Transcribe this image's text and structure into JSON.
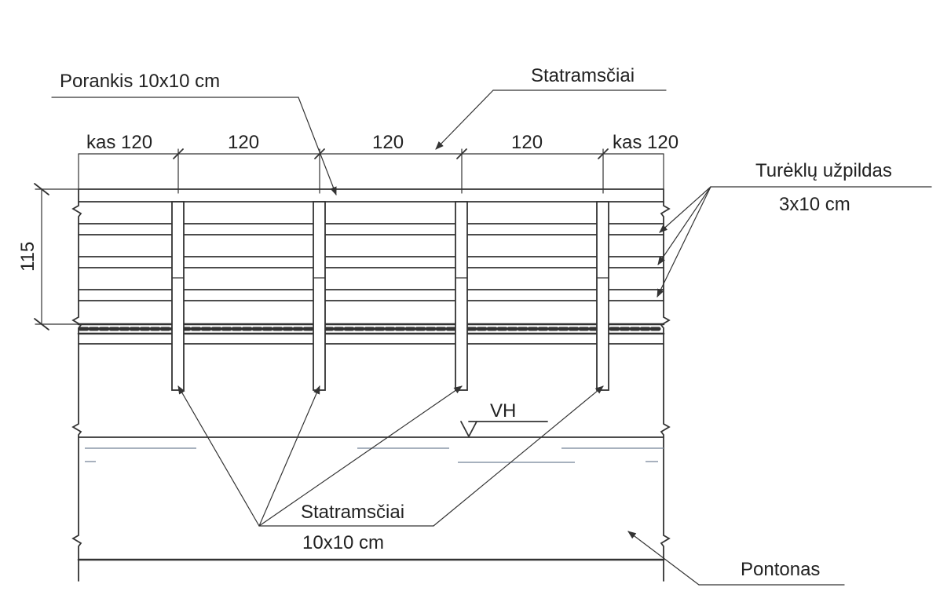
{
  "labels": {
    "handrail": "Porankis 10x10 cm",
    "posts_top": "Statramsčiai",
    "spacing_left": "kas 120",
    "spacing_1": "120",
    "spacing_2": "120",
    "spacing_3": "120",
    "spacing_right": "kas 120",
    "infill_line1": "Turėklų užpildas",
    "infill_line2": "3x10 cm",
    "height": "115",
    "water_level": "VH",
    "posts_bottom_line1": "Statramsčiai",
    "posts_bottom_line2": "10x10 cm",
    "pontoon": "Pontonas"
  },
  "colors": {
    "line": "#333333",
    "water": "#8a97a8",
    "text": "#222222"
  }
}
